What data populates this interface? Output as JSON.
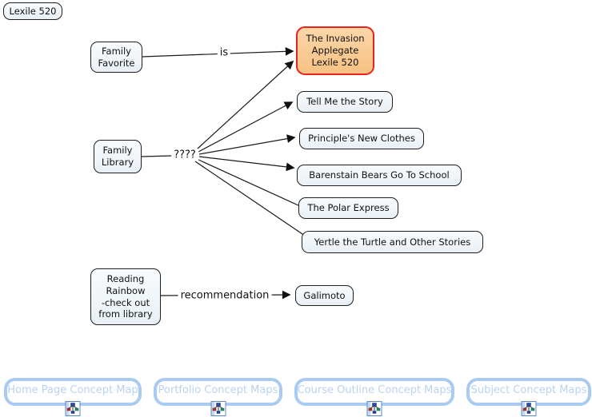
{
  "nodes": [
    {
      "id": "lexile-520",
      "label": "Lexile 520"
    },
    {
      "id": "family-favorite",
      "label": "Family\nFavorite"
    },
    {
      "id": "the-invasion",
      "label": "The Invasion\nApplegate\nLexile 520",
      "highlighted": true
    },
    {
      "id": "family-library",
      "label": "Family\nLibrary"
    },
    {
      "id": "tell-me-the-story",
      "label": "Tell Me the Story"
    },
    {
      "id": "principles-new-clothes",
      "label": "Principle's New Clothes"
    },
    {
      "id": "barenstain-bears",
      "label": "Barenstain Bears Go To School"
    },
    {
      "id": "the-polar-express",
      "label": "The Polar Express"
    },
    {
      "id": "yertle-the-turtle",
      "label": "Yertle the Turtle and Other Stories"
    },
    {
      "id": "reading-rainbow",
      "label": "Reading\nRainbow\n-check out\nfrom library"
    },
    {
      "id": "galimoto",
      "label": "Galimoto"
    }
  ],
  "link_labels": [
    {
      "id": "is",
      "text": "is"
    },
    {
      "id": "question-marks",
      "text": "????"
    },
    {
      "id": "recommendation",
      "text": "recommendation"
    }
  ],
  "footer": {
    "buttons": [
      {
        "label": "Home Page Concept Map",
        "icon": "concept-map-icon"
      },
      {
        "label": "Portfolio Concept Maps",
        "icon": "concept-map-icon"
      },
      {
        "label": "Course Outline Concept Maps",
        "icon": "concept-map-icon"
      },
      {
        "label": "Subject Concept Maps",
        "icon": "concept-map-icon"
      }
    ]
  },
  "colors": {
    "node_fill": "#EDF2F7",
    "node_border": "#1F1F1F",
    "highlight_fill": "#F8C88C",
    "highlight_border": "#E8231C",
    "edge_stroke": "#1A1A1A",
    "button_border": "#A9CBF1",
    "button_text": "#B9D3F0",
    "icon_blue": "#3E6FBE"
  }
}
